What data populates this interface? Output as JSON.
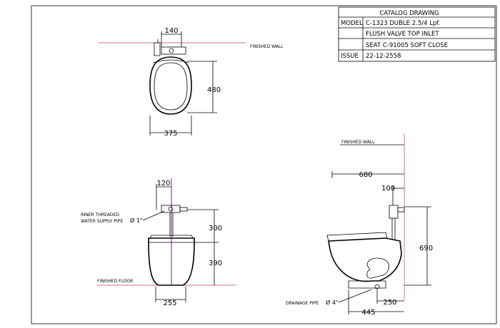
{
  "title_block": {
    "title": "CATALOG DRAWING",
    "rows": [
      {
        "label": "MODEL",
        "value": "C-1323 DUBLE 2.5/4 Lpf."
      },
      {
        "label": "",
        "value": "FLUSH VALVE TOP INLET"
      },
      {
        "label": "",
        "value": "SEAT C-91005 SOFT CLOSE"
      },
      {
        "label": "ISSUE",
        "value": "22-12-2558"
      }
    ]
  },
  "top_view": {
    "wall_label": "FINISHED WALL",
    "dim_width_top": "140",
    "dim_depth": "480",
    "dim_width": "375"
  },
  "front_view": {
    "dim_inlet_offset": "120",
    "supply_label_1": "INNER THREADED",
    "supply_label_2": "WATER SUPPLY PIPE",
    "supply_size": "Ø 1\"",
    "dim_valve_height": "300",
    "dim_rim_height": "390",
    "dim_base_width": "255",
    "floor_label": "FINISHED FLOOR"
  },
  "side_view": {
    "wall_label": "FINISHED WALL",
    "dim_depth": "680",
    "dim_inlet_from_wall": "100",
    "dim_total_height": "690",
    "drain_label": "DRAINAGE PIPE",
    "drain_size": "Ø 4\"",
    "dim_drain_offset": "250",
    "dim_base_depth": "445"
  }
}
